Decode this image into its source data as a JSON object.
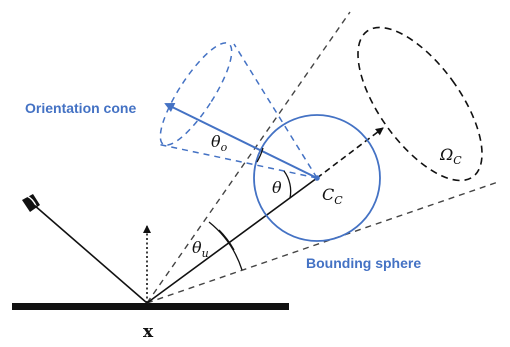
{
  "labels": {
    "orientation_cone": "Orientation cone",
    "bounding_sphere": "Bounding sphere",
    "theta": "θ",
    "theta_o_base": "θ",
    "theta_o_sub": "o",
    "theta_u_base": "θ",
    "theta_u_sub": "u",
    "center_base": "C",
    "center_sub": "C",
    "omega_base": "Ω",
    "omega_sub": "C",
    "point": "x"
  },
  "icons": {
    "eye": "eye-icon"
  },
  "colors": {
    "accent_blue": "#4472C4",
    "line_dark": "#111111",
    "dashed_gray": "#444444"
  }
}
